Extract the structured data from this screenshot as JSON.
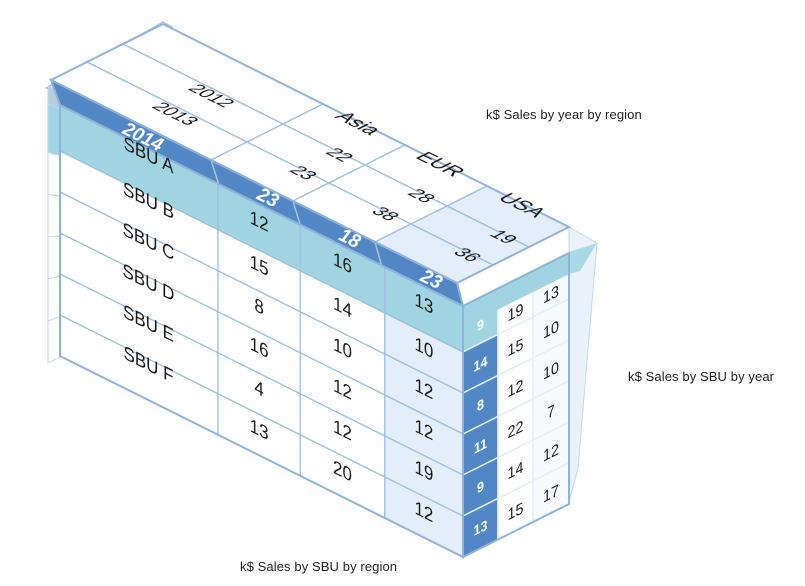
{
  "page": {
    "background": "#ffffff"
  },
  "highlight": {
    "year": "2014",
    "sbu": "SBU A"
  },
  "chart_data": [
    {
      "type": "table",
      "title": "k$ Sales by year by region",
      "face": "top",
      "rows": [
        "2012",
        "2013",
        "2014"
      ],
      "columns": [
        "Asia",
        "EUR",
        "USA"
      ],
      "values": [
        [
          22,
          28,
          19
        ],
        [
          23,
          38,
          36
        ],
        [
          23,
          18,
          23
        ]
      ],
      "highlighted_row": "2014"
    },
    {
      "type": "table",
      "title": "k$ Sales by SBU by region",
      "face": "front",
      "rows": [
        "SBU A",
        "SBU B",
        "SBU C",
        "SBU D",
        "SBU E",
        "SBU F"
      ],
      "columns": [
        "Asia",
        "EUR",
        "USA"
      ],
      "values": [
        [
          12,
          16,
          13
        ],
        [
          15,
          14,
          10
        ],
        [
          8,
          10,
          12
        ],
        [
          16,
          12,
          12
        ],
        [
          4,
          12,
          19
        ],
        [
          13,
          20,
          12
        ]
      ],
      "highlighted_row": "SBU A"
    },
    {
      "type": "table",
      "title": "k$ Sales by SBU by year",
      "face": "right",
      "rows": [
        "SBU A",
        "SBU B",
        "SBU C",
        "SBU D",
        "SBU E",
        "SBU F"
      ],
      "columns": [
        "2014",
        "2013",
        "2012"
      ],
      "values": [
        [
          9,
          19,
          13
        ],
        [
          14,
          15,
          10
        ],
        [
          8,
          12,
          10
        ],
        [
          11,
          22,
          7
        ],
        [
          9,
          14,
          12
        ],
        [
          13,
          15,
          17
        ]
      ],
      "highlighted_column": "2014"
    }
  ],
  "colors": {
    "dark": "#5287c5",
    "teal": "#9fd4e0",
    "strip_teal": "#a9dae6",
    "tint": "#e4eefa",
    "tint2": "#f6fafd",
    "line": "#9dbfe4",
    "line_soft": "#c2d7ee",
    "outline": "#8fb2da",
    "wall_top": "#b7cedf",
    "right_wall": "#e9f2fb",
    "white": "#ffffff",
    "text_dark": "#1a1a1a",
    "text_light": "#ffffff"
  }
}
